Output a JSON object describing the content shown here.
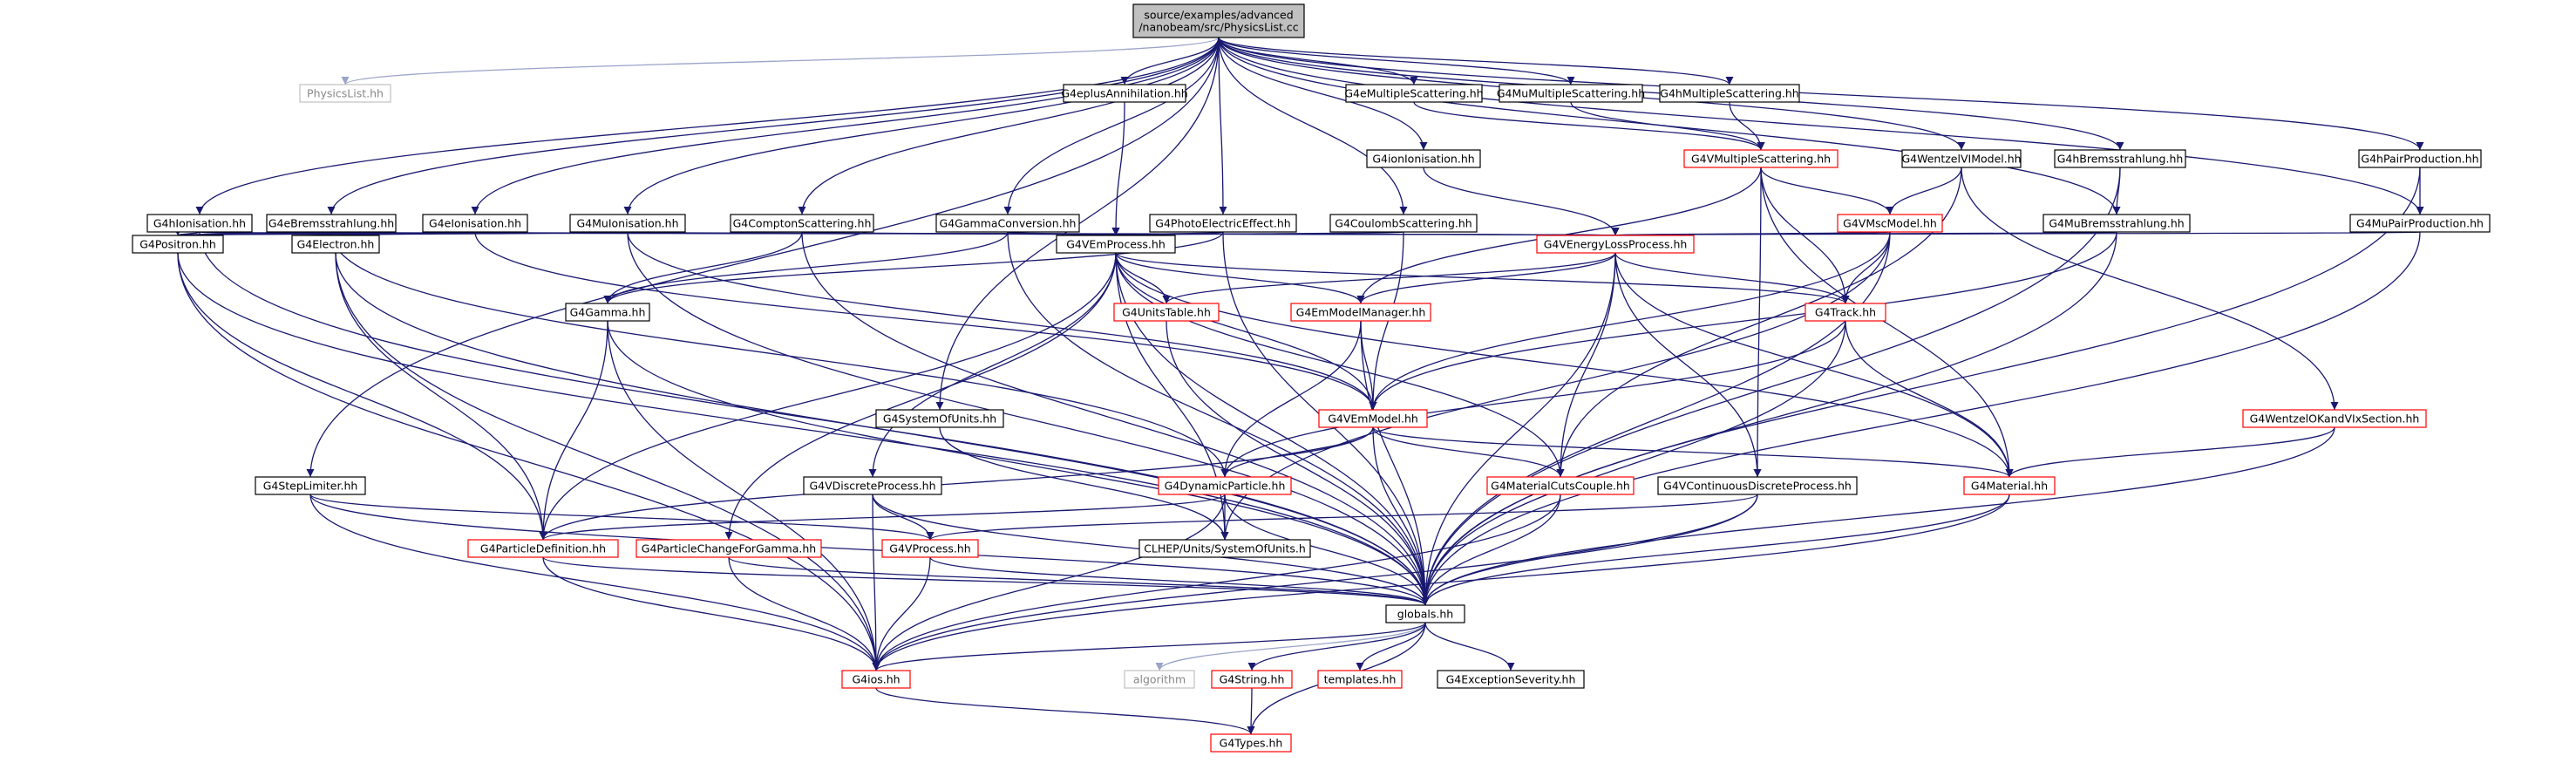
{
  "colors": {
    "background": "#ffffff",
    "root_fill": "#c0c0c0",
    "normal_border": "#000000",
    "linked_border": "#ff0000",
    "external_border": "#c0c0c0",
    "external_text": "#888888",
    "edge": "#191970",
    "edge_external": "#9aa3c8"
  },
  "nodes": [
    {
      "id": "physicslist_cc",
      "label": "source/examples/advanced\n/nanobeam/src/PhysicsList.cc",
      "kind": "root"
    },
    {
      "id": "physicslist_hh",
      "label": "PhysicsList.hh",
      "kind": "external"
    },
    {
      "id": "g4eplusannihilation",
      "label": "G4eplusAnnihilation.hh",
      "kind": "normal"
    },
    {
      "id": "g4emultiplescattering",
      "label": "G4eMultipleScattering.hh",
      "kind": "normal"
    },
    {
      "id": "g4mumultiplescattering",
      "label": "G4MuMultipleScattering.hh",
      "kind": "normal"
    },
    {
      "id": "g4hmultiplescattering",
      "label": "G4hMultipleScattering.hh",
      "kind": "normal"
    },
    {
      "id": "g4wentzelvimodel",
      "label": "G4WentzelVIModel.hh",
      "kind": "normal"
    },
    {
      "id": "g4hbremsstrahlung",
      "label": "G4hBremsstrahlung.hh",
      "kind": "normal"
    },
    {
      "id": "g4hpairproduction",
      "label": "G4hPairProduction.hh",
      "kind": "normal"
    },
    {
      "id": "g4ionionisation",
      "label": "G4ionIonisation.hh",
      "kind": "normal"
    },
    {
      "id": "g4vmultiplescattering",
      "label": "G4VMultipleScattering.hh",
      "kind": "linked"
    },
    {
      "id": "g4hionisation",
      "label": "G4hIonisation.hh",
      "kind": "normal"
    },
    {
      "id": "g4ebremsstrahlung",
      "label": "G4eBremsstrahlung.hh",
      "kind": "normal"
    },
    {
      "id": "g4eionisation",
      "label": "G4eIonisation.hh",
      "kind": "normal"
    },
    {
      "id": "g4muionisation",
      "label": "G4MuIonisation.hh",
      "kind": "normal"
    },
    {
      "id": "g4comptonscattering",
      "label": "G4ComptonScattering.hh",
      "kind": "normal"
    },
    {
      "id": "g4gammaconversion",
      "label": "G4GammaConversion.hh",
      "kind": "normal"
    },
    {
      "id": "g4photoelectriceffect",
      "label": "G4PhotoElectricEffect.hh",
      "kind": "normal"
    },
    {
      "id": "g4coulombscattering",
      "label": "G4CoulombScattering.hh",
      "kind": "normal"
    },
    {
      "id": "g4vmscmodel",
      "label": "G4VMscModel.hh",
      "kind": "linked"
    },
    {
      "id": "g4mubremsstrahlung",
      "label": "G4MuBremsstrahlung.hh",
      "kind": "normal"
    },
    {
      "id": "g4mupairproduction",
      "label": "G4MuPairProduction.hh",
      "kind": "normal"
    },
    {
      "id": "g4positron",
      "label": "G4Positron.hh",
      "kind": "normal"
    },
    {
      "id": "g4electron",
      "label": "G4Electron.hh",
      "kind": "normal"
    },
    {
      "id": "g4vemprocess",
      "label": "G4VEmProcess.hh",
      "kind": "normal"
    },
    {
      "id": "g4venergylossprocess",
      "label": "G4VEnergyLossProcess.hh",
      "kind": "linked"
    },
    {
      "id": "g4gamma",
      "label": "G4Gamma.hh",
      "kind": "normal"
    },
    {
      "id": "g4unitstable",
      "label": "G4UnitsTable.hh",
      "kind": "linked"
    },
    {
      "id": "g4emmodelmanager",
      "label": "G4EmModelManager.hh",
      "kind": "linked"
    },
    {
      "id": "g4track",
      "label": "G4Track.hh",
      "kind": "linked"
    },
    {
      "id": "g4systemofunits",
      "label": "G4SystemOfUnits.hh",
      "kind": "normal"
    },
    {
      "id": "g4vemmodel",
      "label": "G4VEmModel.hh",
      "kind": "linked"
    },
    {
      "id": "g4wentzelokandvixsection",
      "label": "G4WentzelOKandVIxSection.hh",
      "kind": "linked"
    },
    {
      "id": "g4steplimiter",
      "label": "G4StepLimiter.hh",
      "kind": "normal"
    },
    {
      "id": "g4vdiscreteprocess",
      "label": "G4VDiscreteProcess.hh",
      "kind": "normal"
    },
    {
      "id": "g4dynamicparticle",
      "label": "G4DynamicParticle.hh",
      "kind": "linked"
    },
    {
      "id": "g4materialcutscouple",
      "label": "G4MaterialCutsCouple.hh",
      "kind": "linked"
    },
    {
      "id": "g4vcontinuousdiscreteprocess",
      "label": "G4VContinuousDiscreteProcess.hh",
      "kind": "normal"
    },
    {
      "id": "g4material",
      "label": "G4Material.hh",
      "kind": "linked"
    },
    {
      "id": "g4particledefinition",
      "label": "G4ParticleDefinition.hh",
      "kind": "linked"
    },
    {
      "id": "g4particlechangeforgamma",
      "label": "G4ParticleChangeForGamma.hh",
      "kind": "linked"
    },
    {
      "id": "g4vprocess",
      "label": "G4VProcess.hh",
      "kind": "linked"
    },
    {
      "id": "clhep_systemofunits",
      "label": "CLHEP/Units/SystemOfUnits.h",
      "kind": "normal"
    },
    {
      "id": "globals",
      "label": "globals.hh",
      "kind": "normal"
    },
    {
      "id": "g4ios",
      "label": "G4ios.hh",
      "kind": "linked"
    },
    {
      "id": "algorithm",
      "label": "algorithm",
      "kind": "external"
    },
    {
      "id": "g4string",
      "label": "G4String.hh",
      "kind": "linked"
    },
    {
      "id": "templates",
      "label": "templates.hh",
      "kind": "linked"
    },
    {
      "id": "g4exceptionseverity",
      "label": "G4ExceptionSeverity.hh",
      "kind": "normal"
    },
    {
      "id": "g4types",
      "label": "G4Types.hh",
      "kind": "linked"
    }
  ],
  "edges": [
    [
      "physicslist_cc",
      "physicslist_hh"
    ],
    [
      "physicslist_cc",
      "g4eplusannihilation"
    ],
    [
      "physicslist_cc",
      "g4emultiplescattering"
    ],
    [
      "physicslist_cc",
      "g4mumultiplescattering"
    ],
    [
      "physicslist_cc",
      "g4hmultiplescattering"
    ],
    [
      "physicslist_cc",
      "g4wentzelvimodel"
    ],
    [
      "physicslist_cc",
      "g4hbremsstrahlung"
    ],
    [
      "physicslist_cc",
      "g4hpairproduction"
    ],
    [
      "physicslist_cc",
      "g4ionionisation"
    ],
    [
      "physicslist_cc",
      "g4hionisation"
    ],
    [
      "physicslist_cc",
      "g4ebremsstrahlung"
    ],
    [
      "physicslist_cc",
      "g4eionisation"
    ],
    [
      "physicslist_cc",
      "g4muionisation"
    ],
    [
      "physicslist_cc",
      "g4comptonscattering"
    ],
    [
      "physicslist_cc",
      "g4gammaconversion"
    ],
    [
      "physicslist_cc",
      "g4photoelectriceffect"
    ],
    [
      "physicslist_cc",
      "g4coulombscattering"
    ],
    [
      "physicslist_cc",
      "g4mubremsstrahlung"
    ],
    [
      "physicslist_cc",
      "g4mupairproduction"
    ],
    [
      "physicslist_cc",
      "g4systemofunits"
    ],
    [
      "physicslist_cc",
      "g4steplimiter"
    ],
    [
      "g4eplusannihilation",
      "g4vemprocess"
    ],
    [
      "g4emultiplescattering",
      "g4vmultiplescattering"
    ],
    [
      "g4mumultiplescattering",
      "g4vmultiplescattering"
    ],
    [
      "g4hmultiplescattering",
      "g4vmultiplescattering"
    ],
    [
      "g4wentzelvimodel",
      "g4vmscmodel"
    ],
    [
      "g4wentzelvimodel",
      "g4wentzelokandvixsection"
    ],
    [
      "g4wentzelvimodel",
      "g4materialcutscouple"
    ],
    [
      "g4hbremsstrahlung",
      "g4mubremsstrahlung"
    ],
    [
      "g4hbremsstrahlung",
      "globals"
    ],
    [
      "g4hpairproduction",
      "g4mupairproduction"
    ],
    [
      "g4hpairproduction",
      "globals"
    ],
    [
      "g4ionionisation",
      "g4venergylossprocess"
    ],
    [
      "g4vmultiplescattering",
      "g4vmscmodel"
    ],
    [
      "g4vmultiplescattering",
      "g4emmodelmanager"
    ],
    [
      "g4vmultiplescattering",
      "g4track"
    ],
    [
      "g4vmultiplescattering",
      "g4vcontinuousdiscreteprocess"
    ],
    [
      "g4vmultiplescattering",
      "g4material"
    ],
    [
      "g4vmscmodel",
      "g4venergylossprocess"
    ],
    [
      "g4vmscmodel",
      "g4track"
    ],
    [
      "g4vmscmodel",
      "g4vemmodel"
    ],
    [
      "g4vmscmodel",
      "clhep_systemofunits"
    ],
    [
      "g4vmscmodel",
      "globals"
    ],
    [
      "g4mubremsstrahlung",
      "g4venergylossprocess"
    ],
    [
      "g4mubremsstrahlung",
      "g4vemmodel"
    ],
    [
      "g4mubremsstrahlung",
      "globals"
    ],
    [
      "g4mupairproduction",
      "g4venergylossprocess"
    ],
    [
      "g4mupairproduction",
      "globals"
    ],
    [
      "g4hionisation",
      "g4positron"
    ],
    [
      "g4hionisation",
      "g4electron"
    ],
    [
      "g4hionisation",
      "g4venergylossprocess"
    ],
    [
      "g4hionisation",
      "globals"
    ],
    [
      "g4ebremsstrahlung",
      "g4positron"
    ],
    [
      "g4ebremsstrahlung",
      "g4electron"
    ],
    [
      "g4ebremsstrahlung",
      "g4venergylossprocess"
    ],
    [
      "g4ebremsstrahlung",
      "g4dynamicparticle"
    ],
    [
      "g4eionisation",
      "g4positron"
    ],
    [
      "g4eionisation",
      "g4electron"
    ],
    [
      "g4eionisation",
      "g4venergylossprocess"
    ],
    [
      "g4eionisation",
      "g4vemmodel"
    ],
    [
      "g4muionisation",
      "g4positron"
    ],
    [
      "g4muionisation",
      "g4electron"
    ],
    [
      "g4muionisation",
      "g4venergylossprocess"
    ],
    [
      "g4muionisation",
      "g4vemmodel"
    ],
    [
      "g4muionisation",
      "globals"
    ],
    [
      "g4comptonscattering",
      "g4vemprocess"
    ],
    [
      "g4comptonscattering",
      "g4gamma"
    ],
    [
      "g4comptonscattering",
      "globals"
    ],
    [
      "g4gammaconversion",
      "g4vemprocess"
    ],
    [
      "g4gammaconversion",
      "g4gamma"
    ],
    [
      "g4gammaconversion",
      "globals"
    ],
    [
      "g4photoelectriceffect",
      "g4vemprocess"
    ],
    [
      "g4photoelectriceffect",
      "g4gamma"
    ],
    [
      "g4photoelectriceffect",
      "globals"
    ],
    [
      "g4coulombscattering",
      "g4vemprocess"
    ],
    [
      "g4coulombscattering",
      "g4vemmodel"
    ],
    [
      "g4positron",
      "g4particledefinition"
    ],
    [
      "g4positron",
      "globals"
    ],
    [
      "g4positron",
      "g4ios"
    ],
    [
      "g4electron",
      "g4particledefinition"
    ],
    [
      "g4electron",
      "globals"
    ],
    [
      "g4electron",
      "g4ios"
    ],
    [
      "g4gamma",
      "g4particledefinition"
    ],
    [
      "g4gamma",
      "globals"
    ],
    [
      "g4gamma",
      "g4ios"
    ],
    [
      "g4vemprocess",
      "g4unitstable"
    ],
    [
      "g4vemprocess",
      "g4emmodelmanager"
    ],
    [
      "g4vemprocess",
      "g4track"
    ],
    [
      "g4vemprocess",
      "g4vemmodel"
    ],
    [
      "g4vemprocess",
      "g4vdiscreteprocess"
    ],
    [
      "g4vemprocess",
      "g4materialcutscouple"
    ],
    [
      "g4vemprocess",
      "g4material"
    ],
    [
      "g4vemprocess",
      "g4particledefinition"
    ],
    [
      "g4vemprocess",
      "g4particlechangeforgamma"
    ],
    [
      "g4vemprocess",
      "clhep_systemofunits"
    ],
    [
      "g4vemprocess",
      "globals"
    ],
    [
      "g4venergylossprocess",
      "g4unitstable"
    ],
    [
      "g4venergylossprocess",
      "g4emmodelmanager"
    ],
    [
      "g4venergylossprocess",
      "g4track"
    ],
    [
      "g4venergylossprocess",
      "g4materialcutscouple"
    ],
    [
      "g4venergylossprocess",
      "g4vcontinuousdiscreteprocess"
    ],
    [
      "g4venergylossprocess",
      "g4material"
    ],
    [
      "g4venergylossprocess",
      "globals"
    ],
    [
      "g4unitstable",
      "globals"
    ],
    [
      "g4emmodelmanager",
      "g4vemmodel"
    ],
    [
      "g4emmodelmanager",
      "g4dynamicparticle"
    ],
    [
      "g4emmodelmanager",
      "globals"
    ],
    [
      "g4track",
      "g4dynamicparticle"
    ],
    [
      "g4track",
      "g4material"
    ],
    [
      "g4track",
      "globals"
    ],
    [
      "g4systemofunits",
      "clhep_systemofunits"
    ],
    [
      "g4vemmodel",
      "g4dynamicparticle"
    ],
    [
      "g4vemmodel",
      "g4materialcutscouple"
    ],
    [
      "g4vemmodel",
      "g4material"
    ],
    [
      "g4vemmodel",
      "g4particledefinition"
    ],
    [
      "g4vemmodel",
      "globals"
    ],
    [
      "g4wentzelokandvixsection",
      "g4material"
    ],
    [
      "g4wentzelokandvixsection",
      "globals"
    ],
    [
      "g4steplimiter",
      "g4vprocess"
    ],
    [
      "g4steplimiter",
      "globals"
    ],
    [
      "g4steplimiter",
      "g4ios"
    ],
    [
      "g4vdiscreteprocess",
      "g4vprocess"
    ],
    [
      "g4vdiscreteprocess",
      "globals"
    ],
    [
      "g4vdiscreteprocess",
      "g4ios"
    ],
    [
      "g4dynamicparticle",
      "g4particledefinition"
    ],
    [
      "g4dynamicparticle",
      "clhep_systemofunits"
    ],
    [
      "g4dynamicparticle",
      "globals"
    ],
    [
      "g4dynamicparticle",
      "g4ios"
    ],
    [
      "g4materialcutscouple",
      "globals"
    ],
    [
      "g4materialcutscouple",
      "g4ios"
    ],
    [
      "g4vcontinuousdiscreteprocess",
      "g4vprocess"
    ],
    [
      "g4vcontinuousdiscreteprocess",
      "globals"
    ],
    [
      "g4vcontinuousdiscreteprocess",
      "g4ios"
    ],
    [
      "g4material",
      "globals"
    ],
    [
      "g4material",
      "g4ios"
    ],
    [
      "g4particledefinition",
      "globals"
    ],
    [
      "g4particledefinition",
      "g4ios"
    ],
    [
      "g4particlechangeforgamma",
      "globals"
    ],
    [
      "g4particlechangeforgamma",
      "g4ios"
    ],
    [
      "g4vprocess",
      "globals"
    ],
    [
      "g4vprocess",
      "g4ios"
    ],
    [
      "globals",
      "g4ios"
    ],
    [
      "globals",
      "algorithm"
    ],
    [
      "globals",
      "g4string"
    ],
    [
      "globals",
      "templates"
    ],
    [
      "globals",
      "g4exceptionseverity"
    ],
    [
      "globals",
      "g4types"
    ],
    [
      "g4ios",
      "g4types"
    ],
    [
      "g4string",
      "g4types"
    ]
  ]
}
